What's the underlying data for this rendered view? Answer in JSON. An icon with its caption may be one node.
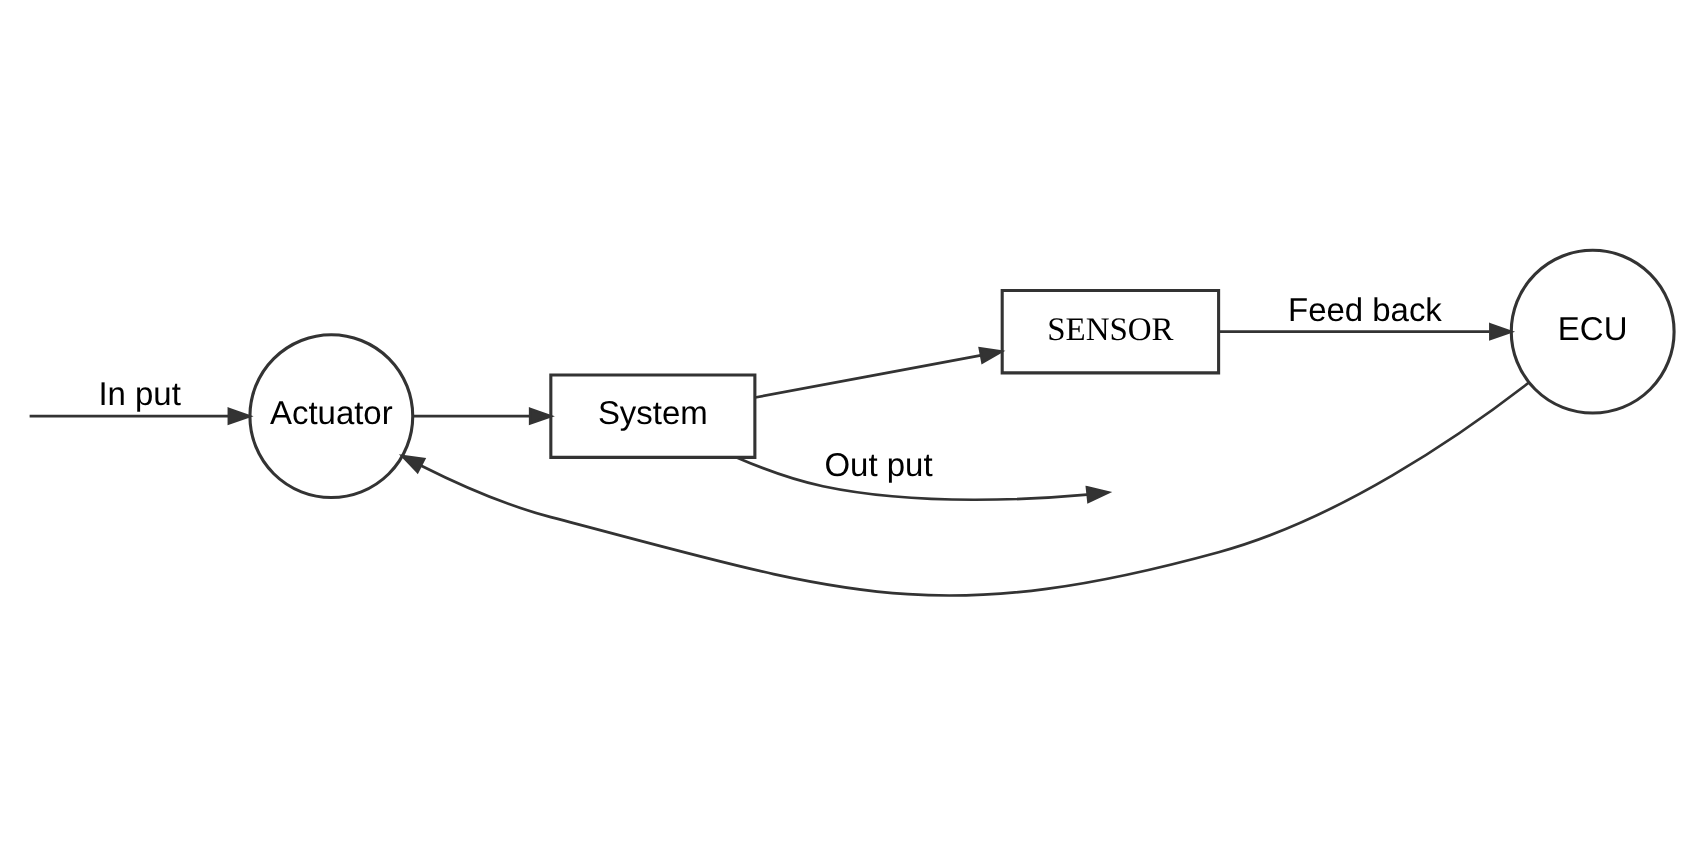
{
  "diagram": {
    "nodes": [
      {
        "text": [
          "Actuator"
        ]
      },
      {
        "text": [
          "System"
        ]
      },
      {
        "text": [
          "SENSOR"
        ]
      },
      {
        "text": [
          "ECU"
        ]
      }
    ],
    "edges": [
      {
        "from": null,
        "to": 0,
        "arrow": "to",
        "label": "In put"
      },
      {
        "from": 0,
        "to": 1,
        "arrow": "to"
      },
      {
        "from": 1,
        "to": null,
        "arrow": "to",
        "label": "Out put"
      },
      {
        "from": 1,
        "to": 2,
        "arrow": "to"
      },
      {
        "from": 2,
        "to": 3,
        "arrow": "to",
        "label": "Feed back"
      },
      {
        "from": 3,
        "to": 0,
        "arrow": "to"
      }
    ]
  }
}
